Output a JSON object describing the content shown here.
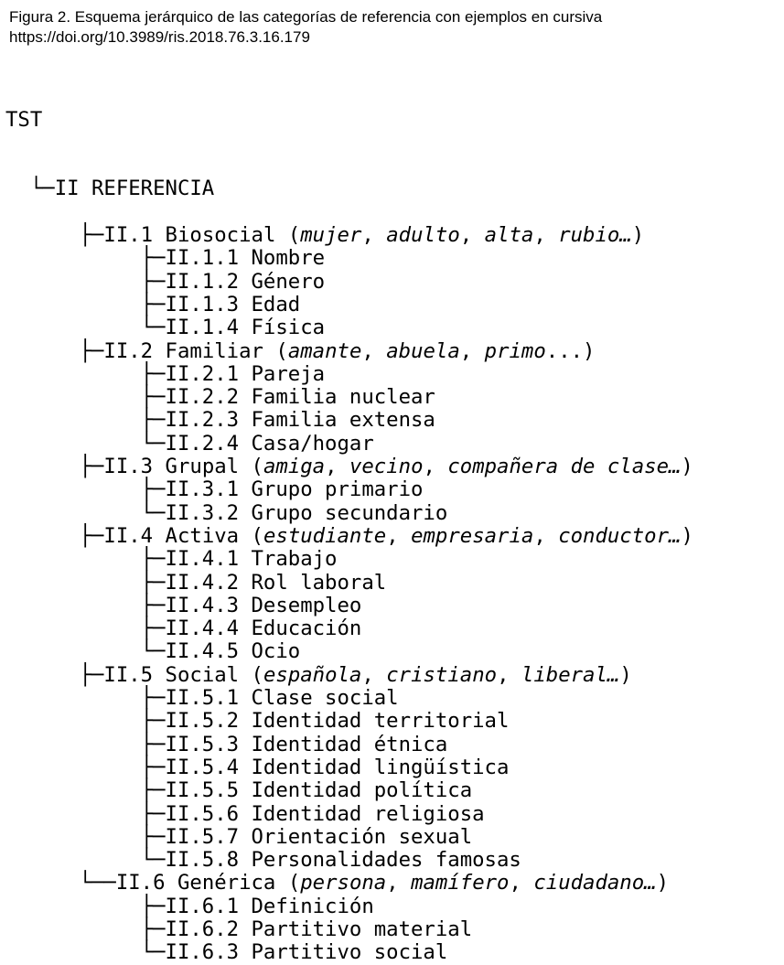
{
  "caption": {
    "title": "Figura 2. Esquema jerárquico de las categorías de referencia con ejemplos en cursiva",
    "doi": "https://doi.org/10.3989/ris.2018.76.3.16.179"
  },
  "tree": {
    "root": "TST",
    "level1": "II REFERENCIA",
    "categories": [
      {
        "code": "II.1",
        "name": "Biosocial",
        "connector": "├─",
        "examples": [
          {
            "t": "(",
            "i": false
          },
          {
            "t": "mujer",
            "i": true
          },
          {
            "t": ", ",
            "i": false
          },
          {
            "t": "adulto",
            "i": true
          },
          {
            "t": ", ",
            "i": false
          },
          {
            "t": "alta",
            "i": true
          },
          {
            "t": ", ",
            "i": false
          },
          {
            "t": "rubio…",
            "i": true
          },
          {
            "t": ")",
            "i": false
          }
        ],
        "children": [
          {
            "code": "II.1.1",
            "name": "Nombre"
          },
          {
            "code": "II.1.2",
            "name": "Género"
          },
          {
            "code": "II.1.3",
            "name": "Edad"
          },
          {
            "code": "II.1.4",
            "name": "Física"
          }
        ]
      },
      {
        "code": "II.2",
        "name": "Familiar",
        "connector": "├─",
        "examples": [
          {
            "t": "(",
            "i": false
          },
          {
            "t": "amante",
            "i": true
          },
          {
            "t": ", ",
            "i": false
          },
          {
            "t": "abuela",
            "i": true
          },
          {
            "t": ", ",
            "i": false
          },
          {
            "t": "primo",
            "i": true
          },
          {
            "t": "...)",
            "i": false
          }
        ],
        "children": [
          {
            "code": "II.2.1",
            "name": "Pareja"
          },
          {
            "code": "II.2.2",
            "name": "Familia nuclear"
          },
          {
            "code": "II.2.3",
            "name": "Familia extensa"
          },
          {
            "code": "II.2.4",
            "name": "Casa/hogar"
          }
        ]
      },
      {
        "code": "II.3",
        "name": "Grupal",
        "connector": "├─",
        "examples": [
          {
            "t": "(",
            "i": false
          },
          {
            "t": "amiga",
            "i": true
          },
          {
            "t": ", ",
            "i": false
          },
          {
            "t": "vecino",
            "i": true
          },
          {
            "t": ", ",
            "i": false
          },
          {
            "t": "compañera de clase…",
            "i": true
          },
          {
            "t": ")",
            "i": false
          }
        ],
        "children": [
          {
            "code": "II.3.1",
            "name": "Grupo primario"
          },
          {
            "code": "II.3.2",
            "name": "Grupo secundario"
          }
        ]
      },
      {
        "code": "II.4",
        "name": "Activa",
        "connector": "├─",
        "examples": [
          {
            "t": "(",
            "i": false
          },
          {
            "t": "estudiante",
            "i": true
          },
          {
            "t": ", ",
            "i": false
          },
          {
            "t": "empresaria",
            "i": true
          },
          {
            "t": ", ",
            "i": false
          },
          {
            "t": "conductor…",
            "i": true
          },
          {
            "t": ")",
            "i": false
          }
        ],
        "children": [
          {
            "code": "II.4.1",
            "name": "Trabajo"
          },
          {
            "code": "II.4.2",
            "name": "Rol laboral"
          },
          {
            "code": "II.4.3",
            "name": "Desempleo"
          },
          {
            "code": "II.4.4",
            "name": "Educación"
          },
          {
            "code": "II.4.5",
            "name": "Ocio"
          }
        ]
      },
      {
        "code": "II.5",
        "name": "Social",
        "connector": "├─",
        "examples": [
          {
            "t": "(",
            "i": false
          },
          {
            "t": "española",
            "i": true
          },
          {
            "t": ", ",
            "i": false
          },
          {
            "t": "cristiano",
            "i": true
          },
          {
            "t": ", ",
            "i": false
          },
          {
            "t": "liberal…",
            "i": true
          },
          {
            "t": ")",
            "i": false
          }
        ],
        "children": [
          {
            "code": "II.5.1",
            "name": "Clase social"
          },
          {
            "code": "II.5.2",
            "name": "Identidad territorial"
          },
          {
            "code": "II.5.3",
            "name": "Identidad étnica"
          },
          {
            "code": "II.5.4",
            "name": "Identidad lingüística"
          },
          {
            "code": "II.5.5",
            "name": "Identidad política"
          },
          {
            "code": "II.5.6",
            "name": "Identidad religiosa"
          },
          {
            "code": "II.5.7",
            "name": "Orientación sexual"
          },
          {
            "code": "II.5.8",
            "name": "Personalidades famosas"
          }
        ]
      },
      {
        "code": "II.6",
        "name": "Genérica",
        "connector": "└──",
        "examples": [
          {
            "t": "(",
            "i": false
          },
          {
            "t": "persona",
            "i": true
          },
          {
            "t": ", ",
            "i": false
          },
          {
            "t": "mamífero",
            "i": true
          },
          {
            "t": ", ",
            "i": false
          },
          {
            "t": "ciudadano…",
            "i": true
          },
          {
            "t": ")",
            "i": false
          }
        ],
        "children": [
          {
            "code": "II.6.1",
            "name": "Definición"
          },
          {
            "code": "II.6.2",
            "name": "Partitivo material"
          },
          {
            "code": "II.6.3",
            "name": "Partitivo social"
          }
        ]
      }
    ]
  }
}
